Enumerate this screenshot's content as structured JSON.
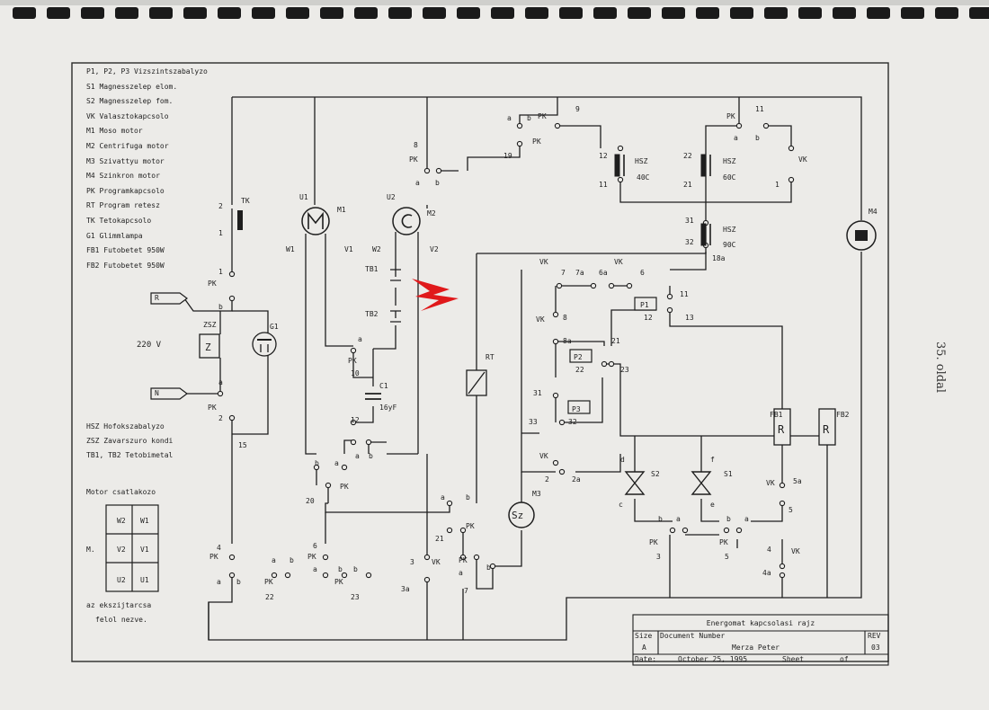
{
  "legend": [
    "P1, P2, P3  Vizszintszabalyzo",
    "S1   Magnesszelep elom.",
    "S2   Magnesszelep fom.",
    "VK   Valasztokapcsolo",
    "M1   Moso motor",
    "M2   Centrifuga motor",
    "M3   Szivattyu motor",
    "M4   Szinkron motor",
    "PK   Programkapcsolo",
    "RT   Program retesz",
    "TK   Tetokapcsolo",
    "G1   Glimmlampa",
    "FB1  Futobetet 950W",
    "FB2  Futobetet 950W"
  ],
  "legend2": [
    "HSZ  Hofokszabalyzo",
    "ZSZ  Zavarszuro kondi",
    "TB1, TB2  Tetobimetal"
  ],
  "motor_connector": {
    "title": "Motor csatlakozo",
    "side_label": "M.",
    "cells": [
      [
        "W2",
        "W1"
      ],
      [
        "V2",
        "V1"
      ],
      [
        "U2",
        "U1"
      ]
    ],
    "note_line1": "az ekszijtarcsa",
    "note_line2": "felol nezve."
  },
  "title_block": {
    "title": "Energomat kapcsolasi rajz",
    "size_label": "Size",
    "size_value": "A",
    "docnum_label": "Document Number",
    "author": "Merza Peter",
    "rev_label": "REV",
    "rev_value": "03",
    "date_label": "Date:",
    "date_value": "October 25, 1995",
    "sheet_label": "Sheet",
    "of_label": "of"
  },
  "page_note": "35. oldal",
  "labels": {
    "tk": "TK",
    "zsz": "ZSZ",
    "z": "Z",
    "g1": "G1",
    "v220": "220 V",
    "m1": "M1",
    "m2": "M2",
    "m3": "M3",
    "m4": "M4",
    "u1": "U1",
    "u2": "U2",
    "w1": "W1",
    "v1": "V1",
    "w2": "W2",
    "v2": "V2",
    "tb1": "TB1",
    "tb2": "TB2",
    "c1": "C1",
    "cap": "16yF",
    "rt": "RT",
    "hsz": "HSZ",
    "t40": "40C",
    "t60": "60C",
    "t90": "90C",
    "fb1": "FB1",
    "fb2": "FB2",
    "s1": "S1",
    "s2": "S2",
    "p1": "P1",
    "p2": "P2",
    "p3": "P3",
    "sz": "Sz",
    "r": "R",
    "pk": "PK",
    "vk": "VK",
    "a": "a",
    "b": "b",
    "n": "N",
    "rr": "R",
    "n1": "1",
    "n2": "2",
    "n3": "3",
    "n4": "4",
    "n5": "5",
    "n6": "6",
    "n7": "7",
    "n8": "8",
    "n9": "9",
    "n10": "10",
    "n11": "11",
    "n12": "12",
    "n13": "13",
    "n15": "15",
    "n18a": "18a",
    "n19": "19",
    "n20": "20",
    "n21": "21",
    "n22": "22",
    "n23": "23",
    "n31": "31",
    "n32": "32",
    "n33": "33",
    "n2a": "2a",
    "n3a": "3a",
    "n4a": "4a",
    "n5a": "5a",
    "n6a": "6a",
    "n7a": "7a",
    "n8a": "8a",
    "c": "c",
    "d": "d",
    "e": "e",
    "f": "f"
  },
  "colors": {
    "ink": "#1e1e1e",
    "paper": "#ecebe8",
    "arrow": "#e0191b"
  }
}
